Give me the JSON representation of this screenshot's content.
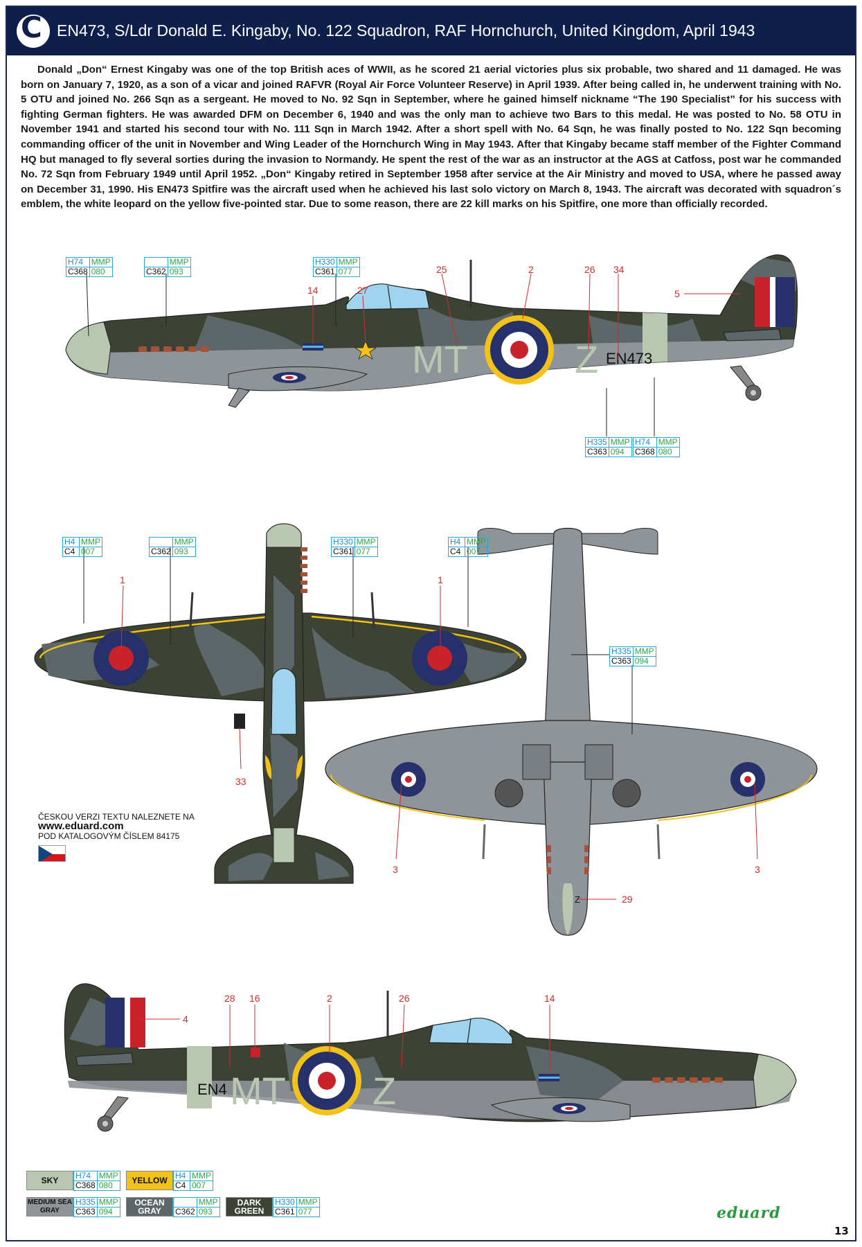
{
  "header": {
    "letter": "C",
    "title": "EN473, S/Ldr Donald E. Kingaby, No. 122 Squadron, RAF Hornchurch, United Kingdom, April 1943"
  },
  "intro": "Donald „Don“ Ernest Kingaby was one of the top British aces of WWII, as he scored 21 aerial victories plus six probable, two shared and 11 damaged. He was born on January 7, 1920, as a son of a vicar and joined RAFVR (Royal Air Force Volunteer Reserve) in April 1939. After being called in, he underwent training with No. 5 OTU and joined No. 266 Sqn as a sergeant. He moved to No. 92 Sqn in September, where he gained himself nickname “The 190 Specialist” for his success with fighting German fighters. He was awarded DFM on December 6, 1940 and was the only man to achieve two Bars to this medal. He was posted to No. 58 OTU in November 1941 and started his second tour with No. 111 Sqn in March 1942. After a short spell with No. 64 Sqn, he was finally posted to No. 122 Sqn becoming commanding officer of the unit in November and Wing Leader of the Hornchurch Wing in May 1943. After that Kingaby became staff member of the Fighter Command HQ but managed to fly several sorties during the invasion to Normandy. He spent the rest of the war as an instructor at the AGS at Catfoss, post war he commanded No. 72 Sqn from February 1949 until April 1952. „Don“ Kingaby retired in September 1958 after service at the Air Ministry and moved to USA, where he passed away on December 31, 1990. His EN473 Spitfire was the aircraft used when he achieved his last solo victory on March 8, 1943. The aircraft was decorated with squadron´s emblem, the white leopard on the yellow five-pointed star. Due to some reason, there are 22 kill marks on his Spitfire, one more than officially recorded.",
  "markings": {
    "code_left": "MT",
    "code_right": "Z",
    "serial": "EN473",
    "serial_partial": "EN4",
    "tail_letter": "Z"
  },
  "chips": [
    {
      "h": "H74",
      "mmp": "MMP",
      "c": "C368",
      "n": "080"
    },
    {
      "h": "",
      "mmp": "MMP",
      "c": "C362",
      "n": "093"
    },
    {
      "h": "H330",
      "mmp": "MMP",
      "c": "C361",
      "n": "077"
    },
    {
      "h": "H335",
      "mmp": "MMP",
      "c": "C363",
      "n": "094"
    },
    {
      "h": "H74",
      "mmp": "MMP",
      "c": "C368",
      "n": "080"
    },
    {
      "h": "H4",
      "mmp": "MMP",
      "c": "C4",
      "n": "007"
    },
    {
      "h": "",
      "mmp": "MMP",
      "c": "C362",
      "n": "093"
    },
    {
      "h": "H330",
      "mmp": "MMP",
      "c": "C361",
      "n": "077"
    },
    {
      "h": "H4",
      "mmp": "MMP",
      "c": "C4",
      "n": "007"
    },
    {
      "h": "H335",
      "mmp": "MMP",
      "c": "C363",
      "n": "094"
    }
  ],
  "callouts": {
    "c14a": "14",
    "c27": "27",
    "c25": "25",
    "c2a": "2",
    "c26a": "26",
    "c34": "34",
    "c5": "5",
    "c1a": "1",
    "c1b": "1",
    "c33": "33",
    "c3a": "3",
    "c3b": "3",
    "c29": "29",
    "c28": "28",
    "c16": "16",
    "c2b": "2",
    "c26b": "26",
    "c14b": "14",
    "c4": "4"
  },
  "czech": {
    "line1": "ČESKOU VERZI TEXTU NALEZNETE NA",
    "url": "www.eduard.com",
    "line3": "POD KATALOGOVÝM ČÍSLEM 84175"
  },
  "legend": [
    {
      "name": "SKY",
      "color": "#b9c6b0",
      "text_color": "#111",
      "h": "H74",
      "mmp": "MMP",
      "c": "C368",
      "n": "080"
    },
    {
      "name": "YELLOW",
      "color": "#f2c21a",
      "text_color": "#111",
      "h": "H4",
      "mmp": "MMP",
      "c": "C4",
      "n": "007"
    },
    {
      "name": "MEDIUM SEA GRAY",
      "color": "#8f9499",
      "text_color": "#111",
      "h": "H335",
      "mmp": "MMP",
      "c": "C363",
      "n": "094"
    },
    {
      "name": "OCEAN GRAY",
      "color": "#5d6669",
      "text_color": "#fff",
      "h": "",
      "mmp": "MMP",
      "c": "C362",
      "n": "093"
    },
    {
      "name": "DARK GREEN",
      "color": "#3d4334",
      "text_color": "#fff",
      "h": "H330",
      "mmp": "MMP",
      "c": "C361",
      "n": "077"
    }
  ],
  "brand": "eduard",
  "page_number": "13",
  "colors": {
    "header_bg": "#0e1f4c",
    "dark_green": "#3d4334",
    "ocean_gray": "#5d6669",
    "sea_gray": "#8f9499",
    "sky": "#b9c6b0",
    "roundel_blue": "#26306a",
    "roundel_red": "#c8232b",
    "yellow": "#f2c21a",
    "callout_red": "#d42a2a"
  }
}
